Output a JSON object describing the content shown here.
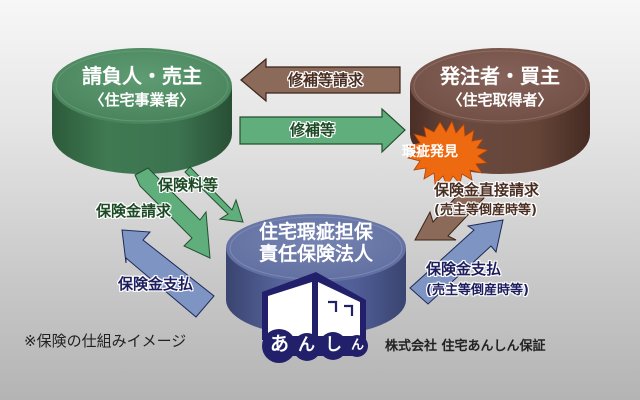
{
  "colors": {
    "green": "#4f8f64",
    "green_dark": "#2f6040",
    "brown": "#7a5548",
    "brown_dark": "#4e3129",
    "blue": "#6676a6",
    "blue_dark": "#3f4a78",
    "arrow_green": "#5fae7c",
    "arrow_brown": "#8c6a5a",
    "arrow_blue": "#7e95c4",
    "burst": "#ee6a10",
    "navy": "#22206a"
  },
  "nodes": {
    "contractor": {
      "title": "請負人・売主",
      "subtitle": "〈住宅事業者〉"
    },
    "buyer": {
      "title": "発注者・買主",
      "subtitle": "〈住宅取得者〉"
    },
    "insurer": {
      "line1": "住宅瑕疵担保",
      "line2": "責任保険法人"
    }
  },
  "arrows": {
    "repair_request": "修補等請求",
    "repair": "修補等",
    "premium": "保険料等",
    "claim": "保険金請求",
    "payout_left": "保険金支払",
    "direct_claim": "保険金直接請求",
    "direct_claim_note": "(売主等倒産時等)",
    "payout_right": "保険金支払",
    "payout_right_note": "(売主等倒産時等)"
  },
  "burst": {
    "label": "瑕疵発見"
  },
  "note": "※保険の仕組みイメージ",
  "logo": {
    "chars": [
      "あ",
      "ん",
      "し",
      "ん"
    ],
    "company": "株式会社 住宅あんしん保証"
  }
}
